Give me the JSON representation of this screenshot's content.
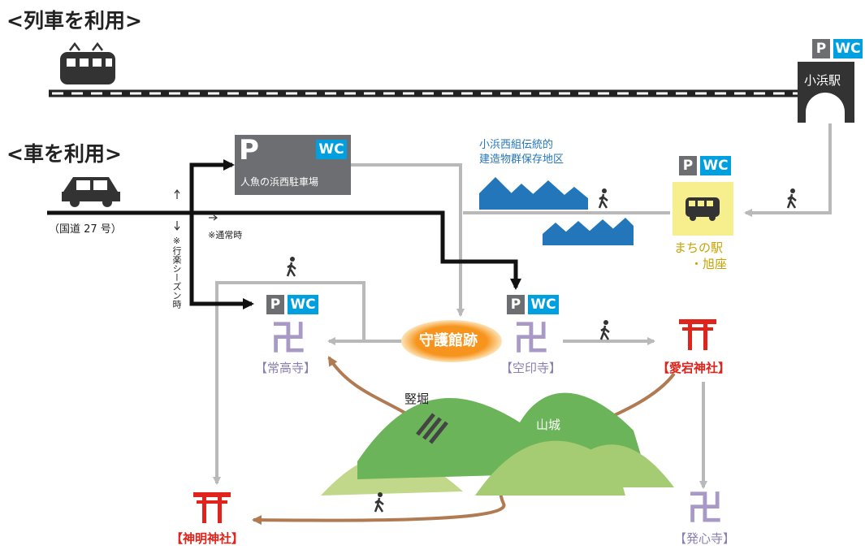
{
  "headers": {
    "train": "<列車を利用>",
    "car": "<車を利用>"
  },
  "station": {
    "label": "小浜駅",
    "p": "P",
    "wc": "WC"
  },
  "road": {
    "label": "（国道 27 号）",
    "normal": "※通常時",
    "season": "※行楽シーズン時"
  },
  "parking": {
    "p": "P",
    "wc": "WC",
    "label": "人魚の浜西駐車場"
  },
  "district": {
    "line1": "小浜西組伝統的",
    "line2": "建造物群保存地区"
  },
  "machinoeki": {
    "p": "P",
    "wc": "WC",
    "line1": "まちの駅",
    "line2": "・旭座"
  },
  "shugokan": {
    "label": "守護館跡"
  },
  "joukouji": {
    "p": "P",
    "wc": "WC",
    "symbol": "卍",
    "label": "【常高寺】"
  },
  "kuuinji": {
    "p": "P",
    "wc": "WC",
    "symbol": "卍",
    "label": "【空印寺】"
  },
  "atago": {
    "label": "【愛宕神社】"
  },
  "shinmei": {
    "label": "【神明神社】"
  },
  "hosshinji": {
    "symbol": "卍",
    "label": "【発心寺】"
  },
  "tatebori": {
    "label": "竪堀"
  },
  "yamashiro": {
    "label": "山城"
  },
  "colors": {
    "shrine": "#e0231b",
    "temple": "#a899c7",
    "path": "#b9b9b9",
    "hiking": "#b07a52"
  }
}
